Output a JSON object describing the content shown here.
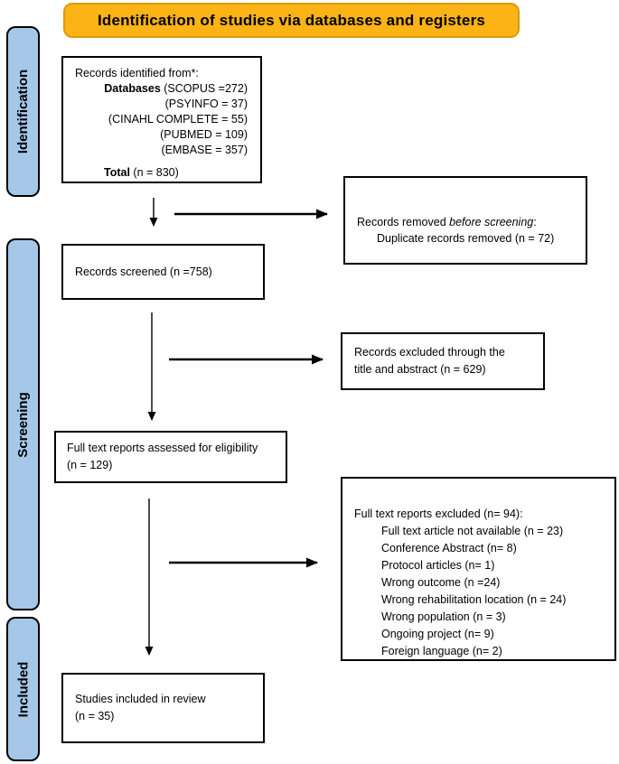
{
  "title": "Identification of studies via databases and registers",
  "colors": {
    "title_bg": "#FBB315",
    "title_border": "#DB9A10",
    "stage_fill": "#A5C8E9"
  },
  "stages": {
    "identification": "Identification",
    "screening": "Screening",
    "included": "Included"
  },
  "identified": {
    "intro": "Records identified from*:",
    "databases_label": "Databases",
    "databases_first": " (SCOPUS =272)",
    "sources": [
      "(PSYINFO = 37)",
      "(CINAHL COMPLETE = 55)",
      "(PUBMED = 109)",
      "(EMBASE = 357)"
    ],
    "total_label": "Total",
    "total_value": " (n = 830)"
  },
  "removed": {
    "pre": "Records removed ",
    "italic": "before screening",
    "post": ":",
    "detail": "Duplicate records removed (n = 72)"
  },
  "screened": {
    "text": "Records screened (n =758)"
  },
  "excluded_title_abstract": {
    "lines": [
      "Records excluded through the",
      "title and abstract (n = 629)"
    ]
  },
  "fulltext_assessed": {
    "lines": [
      "Full text reports assessed for eligibility",
      "(n = 129)"
    ]
  },
  "fulltext_excluded": {
    "header": "Full text reports excluded (n= 94):",
    "reasons": [
      "Full text article not available (n = 23)",
      "Conference Abstract (n= 8)",
      "Protocol articles (n= 1)",
      "Wrong outcome (n =24)",
      "Wrong rehabilitation location (n = 24)",
      "Wrong population (n = 3)",
      "Ongoing project (n= 9)",
      "Foreign language (n= 2)"
    ]
  },
  "included_box": {
    "lines": [
      "Studies included in review",
      "(n = 35)"
    ]
  }
}
